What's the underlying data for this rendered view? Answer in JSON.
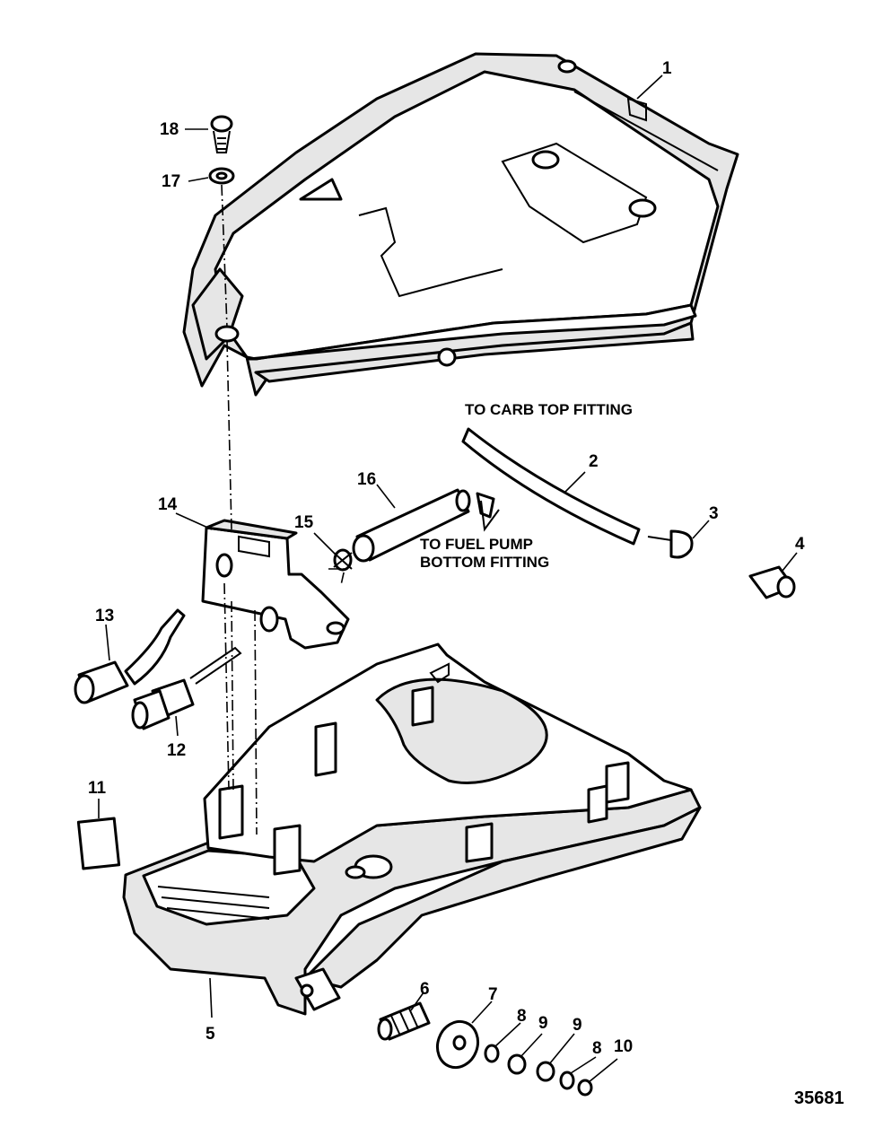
{
  "figure_number": "35681",
  "notes": {
    "carb": "TO CARB TOP FITTING",
    "fuel_line1": "TO FUEL PUMP",
    "fuel_line2": "BOTTOM FITTING"
  },
  "callouts": [
    "1",
    "2",
    "3",
    "4",
    "5",
    "6",
    "7",
    "8",
    "9",
    "9",
    "8",
    "10",
    "11",
    "12",
    "13",
    "14",
    "15",
    "16",
    "17",
    "18"
  ]
}
